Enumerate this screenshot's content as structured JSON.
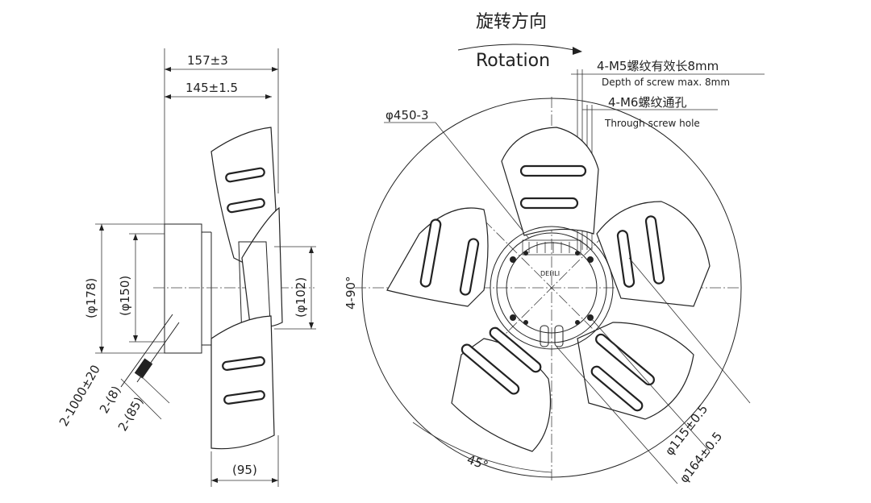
{
  "rotation": {
    "title_cn": "旋转方向",
    "title_en": "Rotation"
  },
  "screws": {
    "m5_cn": "4-M5螺纹有效长8mm",
    "m5_en": "Depth of screw max. 8mm",
    "m6_cn": "4-M6螺纹通孔",
    "m6_en": "Through screw hole"
  },
  "dims_front": {
    "outer_dia": "φ450-3",
    "pitch_115": "φ115±0.5",
    "pitch_164": "φ164±0.5",
    "angle_holes": "4-90°",
    "angle_45": "45°"
  },
  "dims_side": {
    "overall": "157±3",
    "body": "145±1.5",
    "d178": "(φ178)",
    "d150": "(φ150)",
    "d102": "(φ102)",
    "blade_depth": "(95)",
    "cable": "2-1000±20",
    "strip8": "2-(8)",
    "strip85": "2-(85)"
  },
  "logo_text": "DEHLI"
}
